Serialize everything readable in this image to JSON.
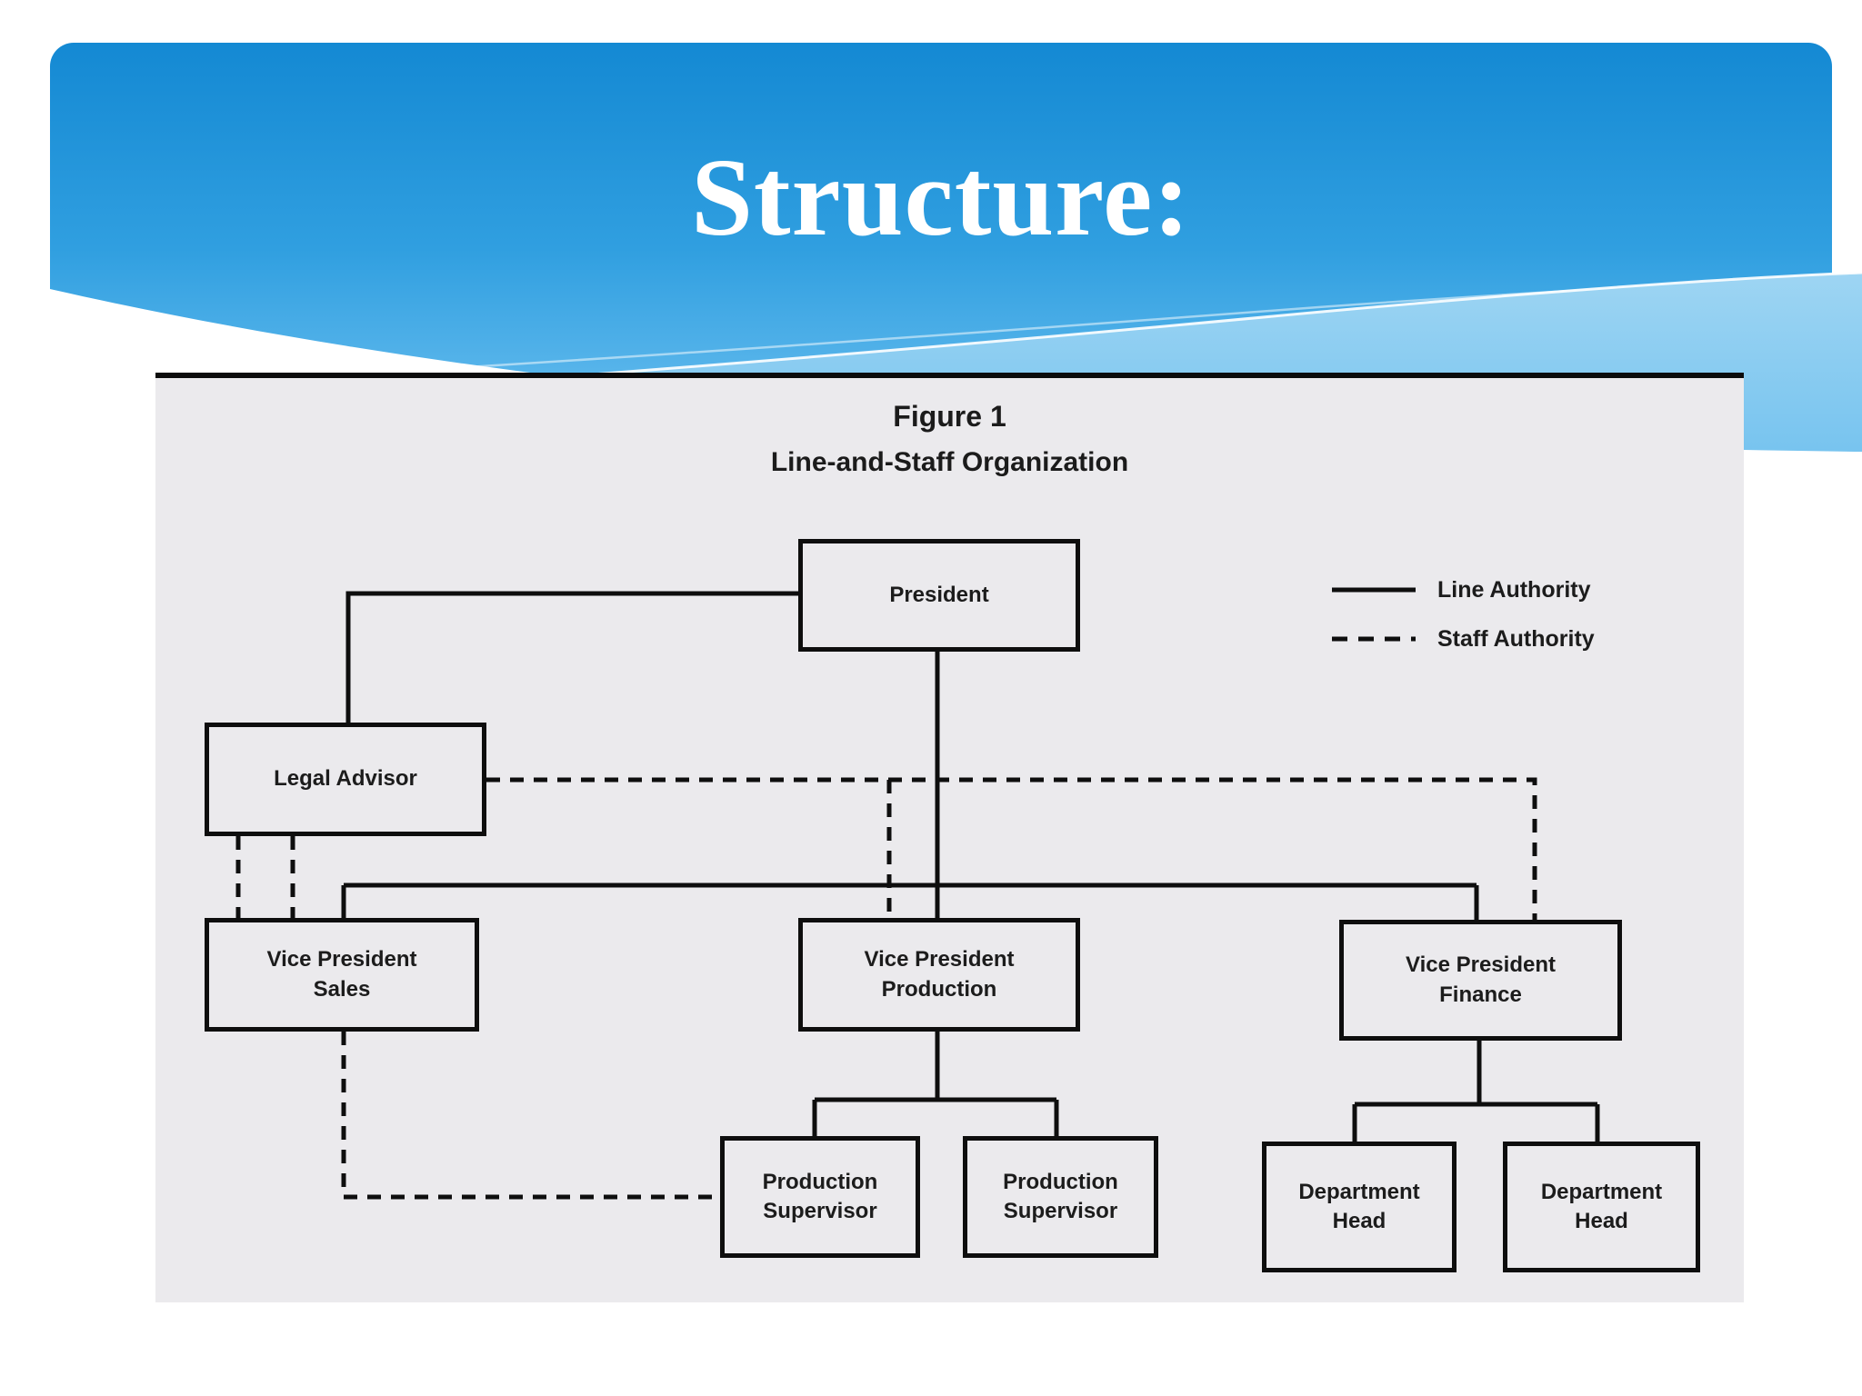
{
  "slide": {
    "title": "Structure:"
  },
  "figure": {
    "title": "Figure 1",
    "subtitle": "Line-and-Staff Organization",
    "legend": [
      {
        "style": "solid",
        "label": "Line Authority"
      },
      {
        "style": "dashed",
        "label": "Staff Authority"
      }
    ],
    "nodes": {
      "president": "President",
      "legal_advisor": "Legal Advisor",
      "vp_sales": "Vice President\nSales",
      "vp_production": "Vice President\nProduction",
      "vp_finance": "Vice President\nFinance",
      "prod_supervisor_1": "Production\nSupervisor",
      "prod_supervisor_2": "Production\nSupervisor",
      "dept_head_1": "Department\nHead",
      "dept_head_2": "Department\nHead"
    },
    "edges": [
      {
        "from": "president",
        "to": "legal_advisor",
        "type": "line"
      },
      {
        "from": "president",
        "to": "vp_sales",
        "type": "line"
      },
      {
        "from": "president",
        "to": "vp_production",
        "type": "line"
      },
      {
        "from": "president",
        "to": "vp_finance",
        "type": "line"
      },
      {
        "from": "vp_production",
        "to": "prod_supervisor_1",
        "type": "line"
      },
      {
        "from": "vp_production",
        "to": "prod_supervisor_2",
        "type": "line"
      },
      {
        "from": "vp_finance",
        "to": "dept_head_1",
        "type": "line"
      },
      {
        "from": "vp_finance",
        "to": "dept_head_2",
        "type": "line"
      },
      {
        "from": "legal_advisor",
        "to": "vp_sales",
        "type": "staff"
      },
      {
        "from": "legal_advisor",
        "to": "vp_production",
        "type": "staff"
      },
      {
        "from": "legal_advisor",
        "to": "vp_finance",
        "type": "staff"
      },
      {
        "from": "vp_sales",
        "to": "prod_supervisor_1",
        "type": "staff"
      }
    ]
  },
  "colors": {
    "header_blue_top": "#1489d3",
    "header_blue_bottom": "#65bcee",
    "wave_band_light": "#8ecff2",
    "panel_gray": "#ebeaed",
    "line_black": "#0e0e0e",
    "title_white": "#ffffff"
  }
}
